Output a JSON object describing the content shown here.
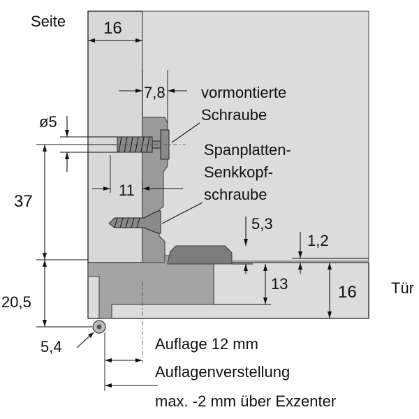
{
  "colors": {
    "panel_gray": "#d8d8d8",
    "hinge_gray": "#9a9a9a",
    "hinge_dark": "#7c7c7c",
    "line": "#111111"
  },
  "labels": {
    "seite": "Seite",
    "tuer": "Tür",
    "dim_16_top": "16",
    "dim_7_8": "7,8",
    "dim_phi5": "ø5",
    "dim_11": "11",
    "dim_37": "37",
    "dim_5_3": "5,3",
    "dim_1_2": "1,2",
    "dim_13": "13",
    "dim_16_door": "16",
    "dim_20_5": "20,5",
    "dim_5_4": "5,4",
    "screw1_line1": "vormontierte",
    "screw1_line2": "Schraube",
    "screw2_line1": "Spanplatten-",
    "screw2_line2": "Senkkopf-",
    "screw2_line3": "schraube",
    "auflage": "Auflage 12 mm",
    "verstellung_line1": "Auflagenverstellung",
    "verstellung_line2": "max. -2 mm über Exzenter"
  }
}
